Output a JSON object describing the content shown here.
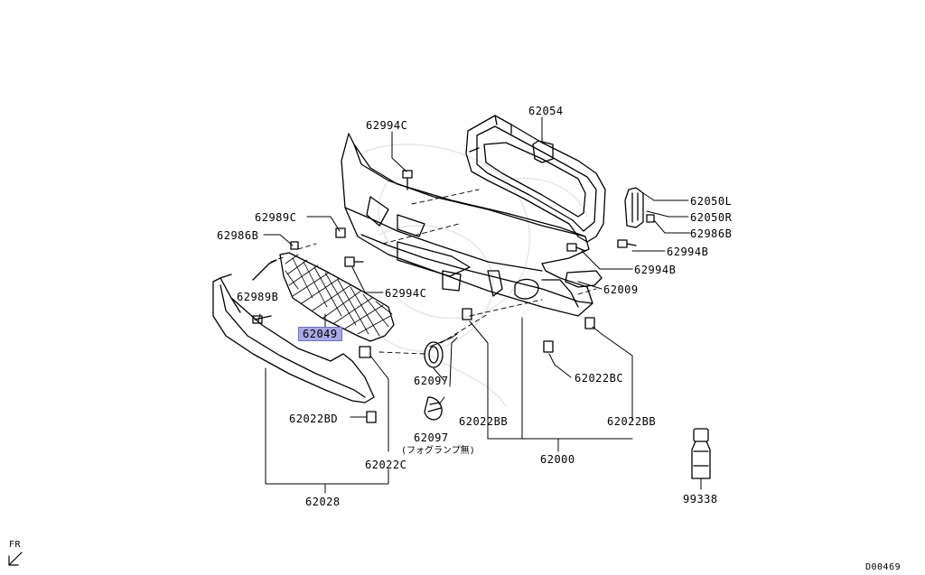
{
  "diagram": {
    "code": "D00469",
    "fr_label": "FR",
    "highlight_color": "#a9a9e6",
    "note_fog": "(フォグランプ無)",
    "parts": {
      "p62054": "62054",
      "p62994C_top": "62994C",
      "p62050L": "62050L",
      "p62050R": "62050R",
      "p62986B_right": "62986B",
      "p62994B_a": "62994B",
      "p62994B_b": "62994B",
      "p62989C": "62989C",
      "p62986B_left": "62986B",
      "p62994C_mid": "62994C",
      "p62009": "62009",
      "p62989B": "62989B",
      "p62049": "62049",
      "p62097_a": "62097",
      "p62097_b": "62097",
      "p62022BC": "62022BC",
      "p62022BD": "62022BD",
      "p62022BB_a": "62022BB",
      "p62022BB_b": "62022BB",
      "p62022C": "62022C",
      "p62000": "62000",
      "p62028": "62028",
      "p99338": "99338"
    }
  }
}
